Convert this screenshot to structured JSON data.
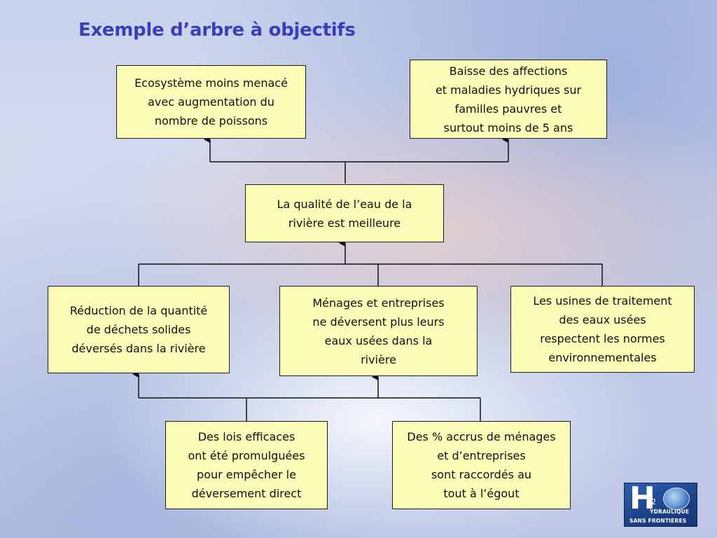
{
  "title": "Exemple d’arbre à objectifs",
  "boxes": {
    "ecosysteme": "Ecosystème moins menacé\navec augmentation du\nnombre de poissons",
    "affections": "Baisse des affections\net maladies hydriques sur\nfamilles pauvres et\nsurtout moins de 5 ans",
    "qualite": "La qualité de l’eau  de la\nrivière est meilleure",
    "reduction": "Réduction de la quantité\nde déchets solides\ndéversés dans la rivière",
    "menages": "Ménages et entreprises\nne déversent plus leurs\neaux usées dans la\nrivière",
    "usines": "Les usines de traitement\ndes eaux usées\nrespectent les normes\nenvironnementales",
    "lois": "Des lois efficaces\nont été promulguées\npour empêcher le\ndéversement direct",
    "pourcentage": "Des % accrus de ménages\net d’entreprises\nsont raccordés au\ntout à l’égout"
  },
  "logo": {
    "letter": "H",
    "superscript": "2",
    "line1": "YDRAULIQUE",
    "line2": "SANS FRONTIERES"
  },
  "colors": {
    "title": "#3a3fb8",
    "box_fill": "#fdfbb8",
    "box_border": "#1c1c1c",
    "connector": "#111111"
  }
}
